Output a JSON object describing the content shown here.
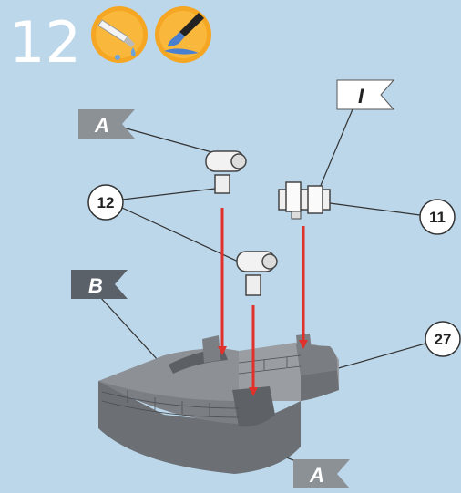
{
  "step": {
    "number": "12"
  },
  "tool_icons": [
    "glue-bottle-icon",
    "paint-brush-icon"
  ],
  "flags": [
    {
      "id": "A",
      "label": "A",
      "color": "#8c9196",
      "text_color": "#ffffff"
    },
    {
      "id": "I",
      "label": "I",
      "color": "#ffffff",
      "text_color": "#222222"
    },
    {
      "id": "B",
      "label": "B",
      "color": "#5b6169",
      "text_color": "#ffffff"
    },
    {
      "id": "A2",
      "label": "A",
      "color": "#8c9196",
      "text_color": "#ffffff"
    }
  ],
  "callouts": [
    {
      "id": "12",
      "label": "12"
    },
    {
      "id": "11",
      "label": "11"
    },
    {
      "id": "27",
      "label": "27"
    }
  ],
  "colors": {
    "background": "#bcd7ea",
    "arrow": "#e0312b",
    "icon_circle": "#f5a623",
    "model_gray": "#8a8e92"
  }
}
